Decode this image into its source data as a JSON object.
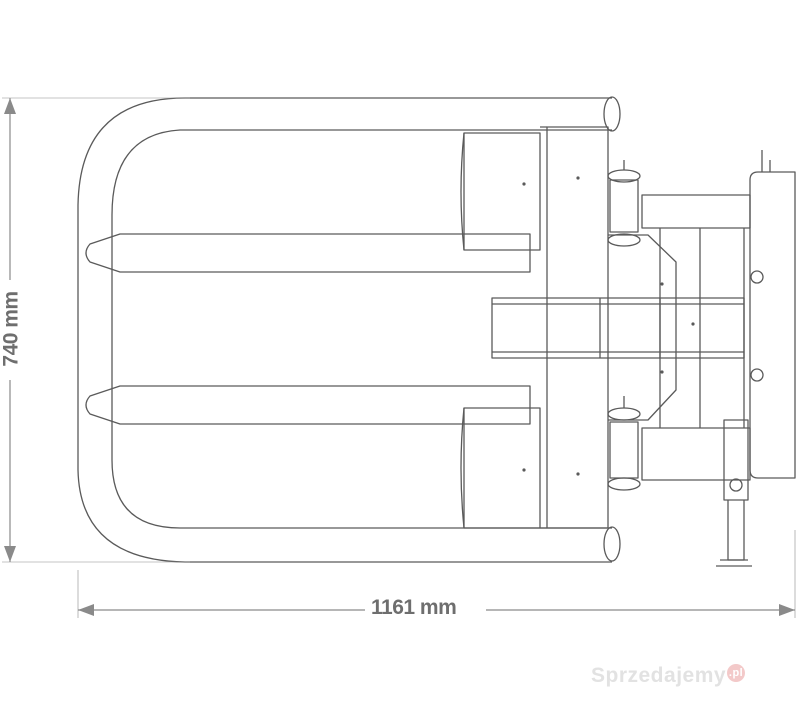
{
  "dimensions": {
    "width_label": "1161 mm",
    "height_label": "740 mm"
  },
  "watermark": {
    "text": "Sprzedajemy",
    "badge": ".pl"
  },
  "colors": {
    "line": "#5a5a5a",
    "dimension": "#8a8a8a",
    "background": "#ffffff"
  }
}
